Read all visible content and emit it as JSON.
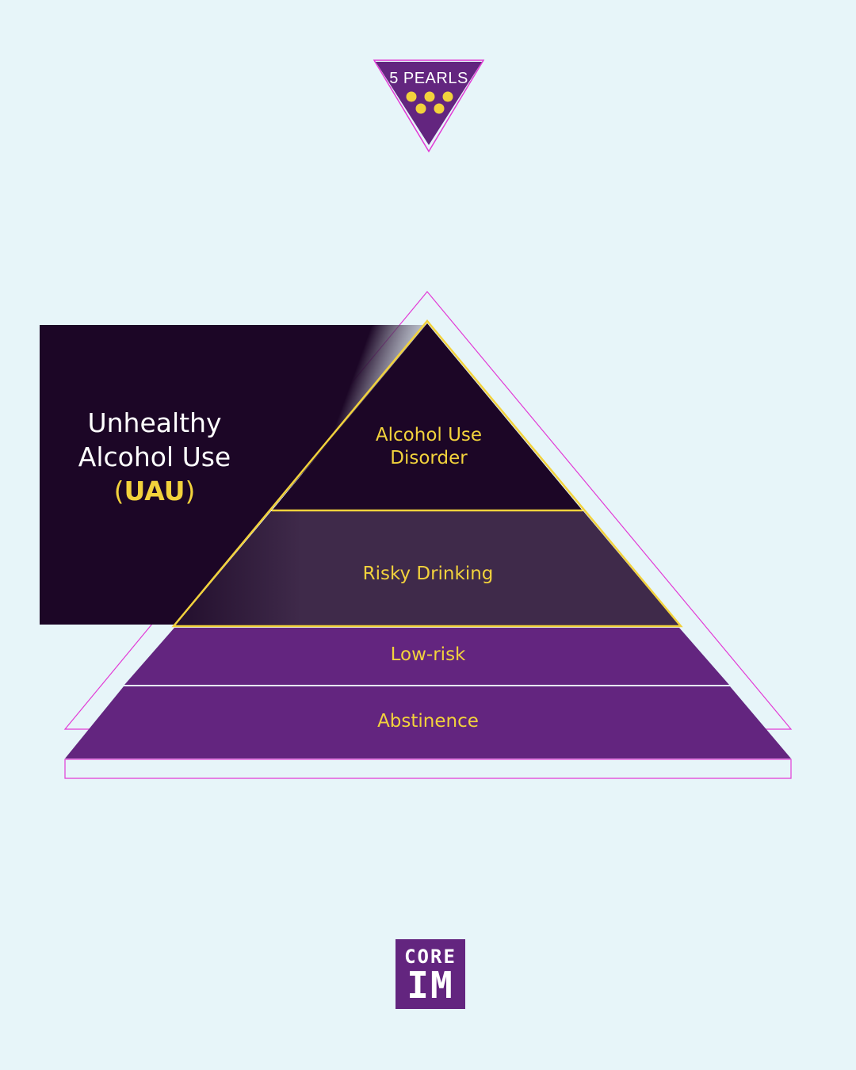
{
  "badge": {
    "label": "5 PEARLS",
    "pearl_count": 5,
    "icon": "inverted-triangle-pearls-icon"
  },
  "panel": {
    "line1": "Unhealthy",
    "line2": "Alcohol Use",
    "paren_open": "(",
    "abbr": "UAU",
    "paren_close": ")"
  },
  "pyramid": {
    "tiers": [
      {
        "line1": "Alcohol Use",
        "line2": "Disorder"
      },
      {
        "label": "Risky Drinking"
      },
      {
        "label": "Low-risk"
      },
      {
        "label": "Abstinence"
      }
    ]
  },
  "logo": {
    "line1": "CORE",
    "line2": "IM"
  },
  "colors": {
    "background": "#e7f5f9",
    "dark_purple": "#1c0626",
    "mid_purple": "#3f2a4a",
    "purple": "#63257f",
    "gold": "#f2d23c",
    "magenta_outline": "#e23bd6"
  }
}
